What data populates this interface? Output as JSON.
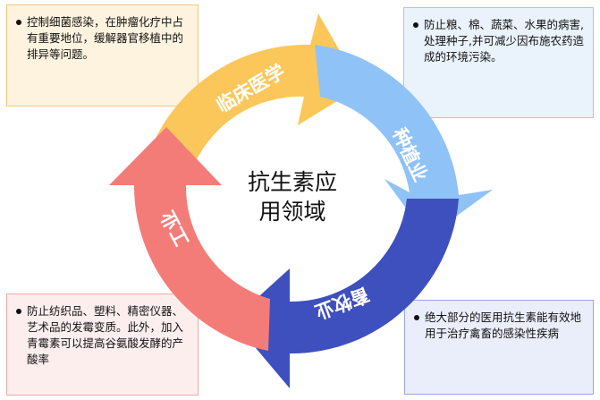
{
  "center": {
    "line1": "抗生素应",
    "line2": "用领域"
  },
  "segments": {
    "clinical": {
      "label": "临床医学",
      "color": "#fbc75a"
    },
    "planting": {
      "label": "种植业",
      "color": "#8fc2f7"
    },
    "livestock": {
      "label": "畜牧业",
      "color": "#3e4fbe"
    },
    "industry": {
      "label": "工业",
      "color": "#f47c78"
    }
  },
  "notes": {
    "clinical": "控制细菌感染，在肿瘤化疗中占有重要地位，缓解器官移植中的排异等问题。",
    "planting": "防止粮、棉、蔬菜、水果的病害,处理种子,并可减少因布施农药造成的环境污染。",
    "industry": "防止纺织品、塑料、精密仪器、艺术品的发霉变质。此外，加入青霉素可以提高谷氨酸发酵的产酸率",
    "livestock": "绝大部分的医用抗生素能有效地用于治疗禽畜的感染性疾病"
  }
}
